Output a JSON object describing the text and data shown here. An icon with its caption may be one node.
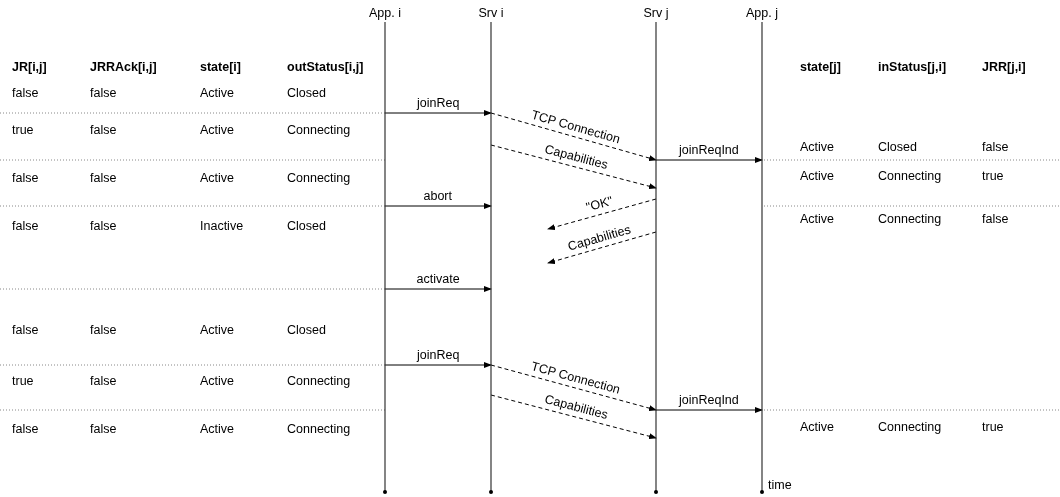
{
  "diagram": {
    "nodes": [
      {
        "text": [
          "App. i"
        ]
      },
      {
        "text": [
          "Srv i"
        ]
      },
      {
        "text": [
          "Srv j"
        ]
      },
      {
        "text": [
          "App. j"
        ]
      }
    ],
    "edges": [
      {
        "from": 0,
        "to": 1,
        "arrow": "to",
        "label": "joinReq"
      },
      {
        "from": 1,
        "to": 2,
        "arrow": "to",
        "style": "dashed",
        "label": "TCP Connection"
      },
      {
        "from": 1,
        "to": 2,
        "arrow": "to",
        "style": "dashed",
        "label": "Capabilities"
      },
      {
        "from": 2,
        "to": 3,
        "arrow": "to",
        "label": "joinReqInd"
      },
      {
        "from": 0,
        "to": 1,
        "arrow": "to",
        "label": "abort"
      },
      {
        "from": 2,
        "to": null,
        "arrow": "to",
        "style": "dashed",
        "label": "\"OK\""
      },
      {
        "from": 2,
        "to": null,
        "arrow": "to",
        "style": "dashed",
        "label": "Capabilities"
      },
      {
        "from": 0,
        "to": 1,
        "arrow": "to",
        "label": "activate"
      },
      {
        "from": 0,
        "to": 1,
        "arrow": "to",
        "label": "joinReq"
      },
      {
        "from": 1,
        "to": 2,
        "arrow": "to",
        "style": "dashed",
        "label": "TCP Connection"
      },
      {
        "from": 1,
        "to": 2,
        "arrow": "to",
        "style": "dashed",
        "label": "Capabilities"
      },
      {
        "from": 2,
        "to": 3,
        "arrow": "to",
        "label": "joinReqInd"
      }
    ],
    "labels": [
      "JR[i,j]",
      "JRRAck[i,j]",
      "state[i]",
      "outStatus[i,j]",
      "false",
      "false",
      "Active",
      "Closed",
      "true",
      "false",
      "Active",
      "Connecting",
      "false",
      "false",
      "Active",
      "Connecting",
      "false",
      "false",
      "Inactive",
      "Closed",
      "false",
      "false",
      "Active",
      "Closed",
      "true",
      "false",
      "Active",
      "Connecting",
      "false",
      "false",
      "Active",
      "Connecting",
      "state[j]",
      "inStatus[j,i]",
      "JRR[j,i]",
      "Active",
      "Closed",
      "false",
      "Active",
      "Connecting",
      "true",
      "Active",
      "Connecting",
      "false",
      "Active",
      "Connecting",
      "true",
      "time"
    ]
  }
}
